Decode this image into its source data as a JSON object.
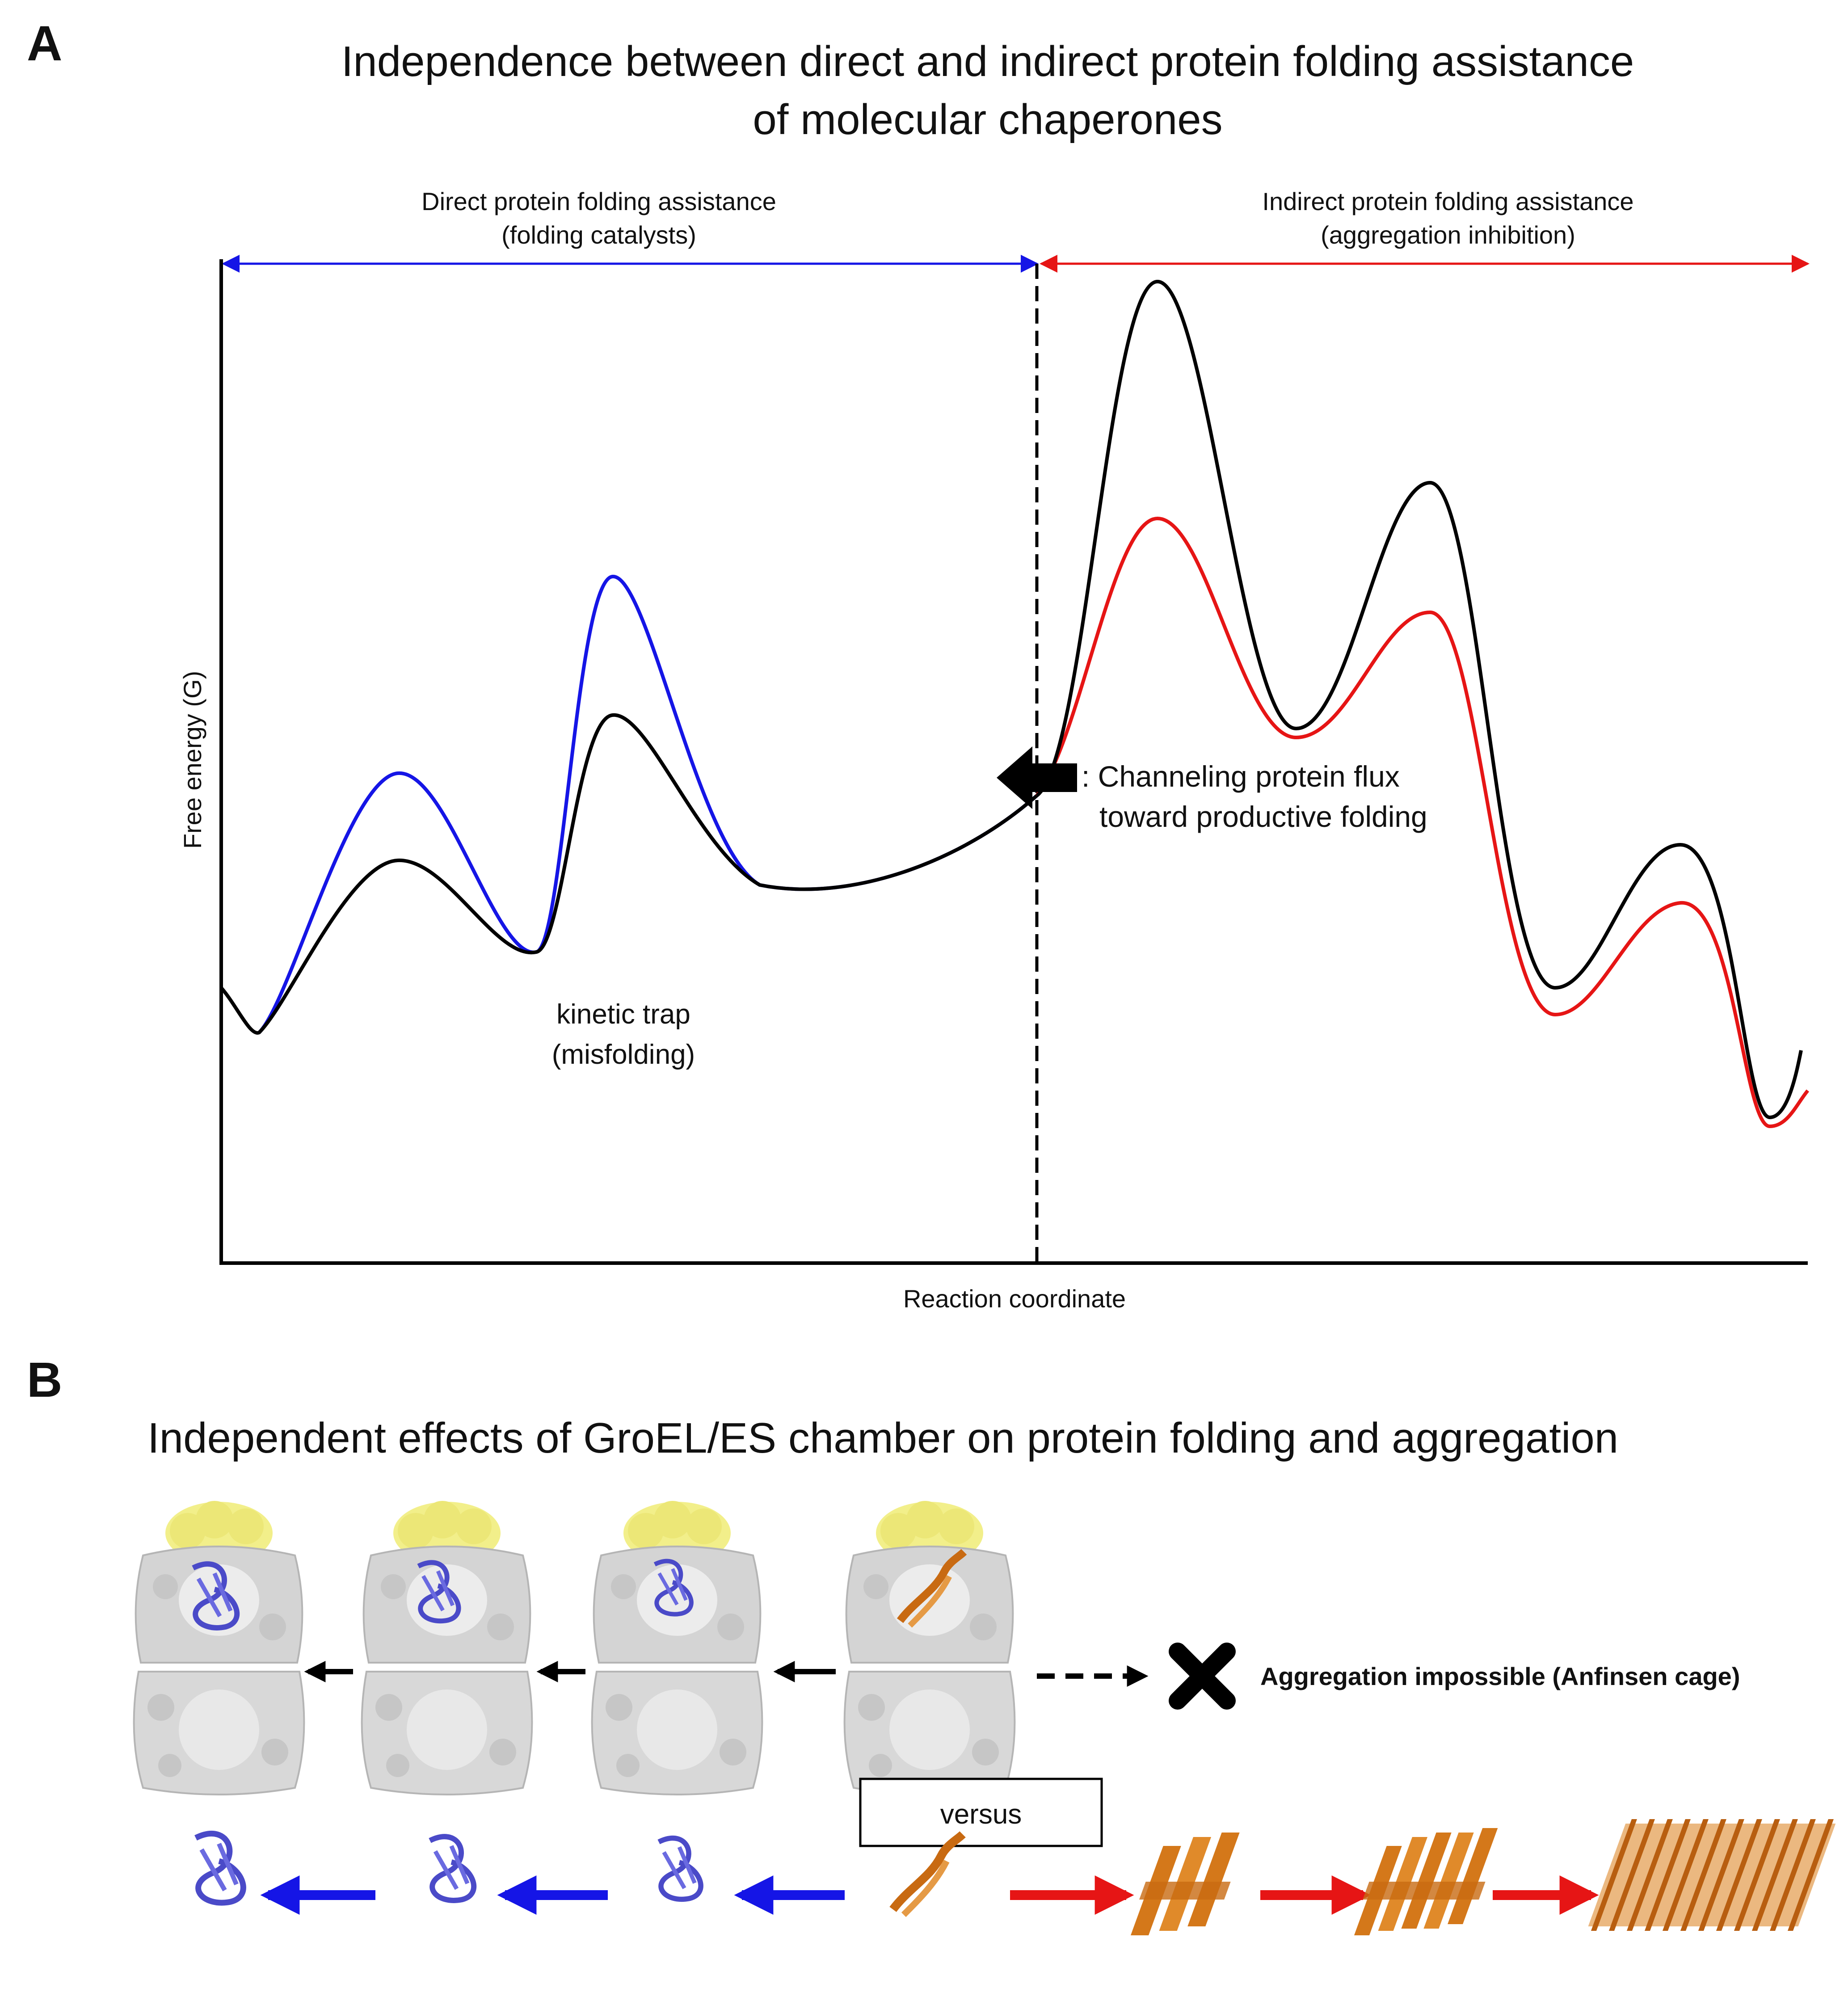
{
  "panel_a": {
    "letter": "A",
    "title_line1": "Independence between direct and indirect protein folding assistance",
    "title_line2": "of molecular chaperones",
    "direct_label_line1": "Direct protein folding assistance",
    "direct_label_line2": "(folding catalysts)",
    "indirect_label_line1": "Indirect protein folding assistance",
    "indirect_label_line2": "(aggregation inhibition)",
    "y_axis_label": "Free energy (G)",
    "x_axis_label": "Reaction coordinate",
    "trap_label_line1": "kinetic trap",
    "trap_label_line2": "(misfolding)",
    "channel_label_line1": ": Channeling protein flux",
    "channel_label_line2": "toward productive folding"
  },
  "panel_b": {
    "letter": "B",
    "title": "Independent effects of GroEL/ES chamber on protein folding and aggregation",
    "aggregation_label": "Aggregation impossible (Anfinsen cage)",
    "versus_label": "versus"
  },
  "colors": {
    "direct": "#1515e6",
    "indirect": "#e61515",
    "baseline": "#000000",
    "cage": "#c9c9c9",
    "lid": "#f2ef8a",
    "folded_protein": "#4a4ac8",
    "misfolded_protein": "#d4781a"
  },
  "icons": {
    "cross": "x-mark-icon",
    "flux_arrow": "big-left-arrow-icon"
  }
}
